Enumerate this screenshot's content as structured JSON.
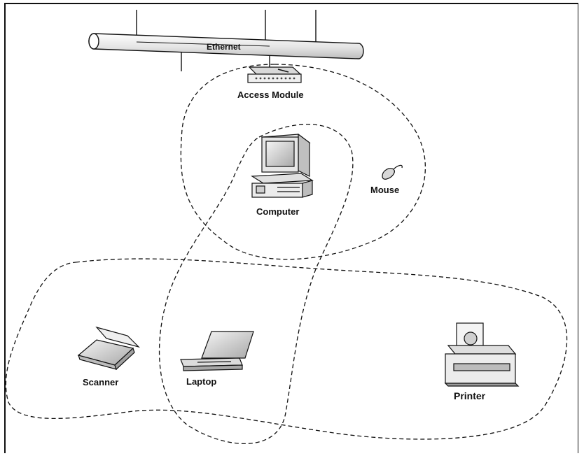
{
  "diagram": {
    "labels": {
      "ethernet": "Ethernet",
      "access_module": "Access Module",
      "computer": "Computer",
      "mouse": "Mouse",
      "scanner": "Scanner",
      "laptop": "Laptop",
      "printer": "Printer"
    },
    "colors": {
      "line": "#111111",
      "device_fill": "#e6e6e6",
      "device_dark": "#9a9a9a",
      "background": "#ffffff"
    }
  }
}
